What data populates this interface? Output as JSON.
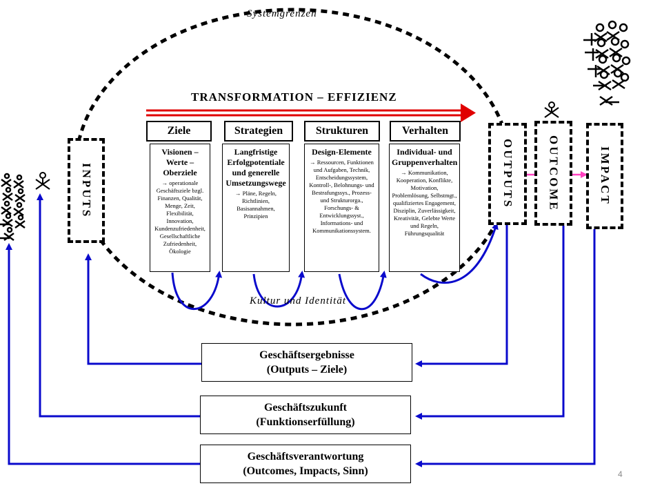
{
  "system_boundary_label": "Systemgrenzen",
  "transformation_title": "TRANSFORMATION – EFFIZIENZ",
  "culture_label": "Kultur und Identität",
  "columns": [
    {
      "header": "Ziele",
      "head_text": "Visionen – Werte – Oberziele",
      "items": "→ operationale Geschäftsziele bzgl. Finanzen, Qualität, Menge, Zeit, Flexibilität, Innovation, Kundenzufriedenheit, Gesellschaftliche Zufriedenheit, Ökologie"
    },
    {
      "header": "Strategien",
      "head_text": "Langfristige Erfolgpotentiale und generelle Umsetzungswege",
      "items": "→ Pläne, Regeln, Richtlinien, Basisannahmen, Prinzipien"
    },
    {
      "header": "Strukturen",
      "head_text": "Design-Elemente",
      "items": "→ Ressourcen, Funktionen und Aufgaben, Technik, Entscheidungssystem, Kontroll-, Belohnungs- und Bestrafungssys., Prozess- und Strukturorga., Forschungs- & Entwicklungssyst., Informations- und Kommunikationssystem."
    },
    {
      "header": "Verhalten",
      "head_text": "Individual- und Gruppenverhalten",
      "items": "→ Kommunikation, Kooperation, Konflikte, Motivation, Problemlösung, Selbstmgt., qualifiziertes Engagement, Disziplin, Zuverlässigkeit, Kreativität, Gelebte Werte und Regeln, Führungsqualität"
    }
  ],
  "vertical_boxes": {
    "inputs": "INPUTS",
    "outputs": "OUTPUTS",
    "outcome": "OUTCOME",
    "impact": "IMPACT"
  },
  "result_boxes": [
    {
      "line1": "Geschäftsergebnisse",
      "line2": "(Outputs – Ziele)"
    },
    {
      "line1": "Geschäftszukunft",
      "line2": "(Funktionserfüllung)"
    },
    {
      "line1": "Geschäftsverantwortung",
      "line2": "(Outcomes, Impacts, Sinn)"
    }
  ],
  "page_number": "4",
  "colors": {
    "arrow_red": "#e00000",
    "feedback_blue": "#0a0acc",
    "outcome_arrow_pink": "#ff40c0"
  },
  "icons": [
    "stick-figure-icon",
    "stick-figure-crowd-icon"
  ]
}
